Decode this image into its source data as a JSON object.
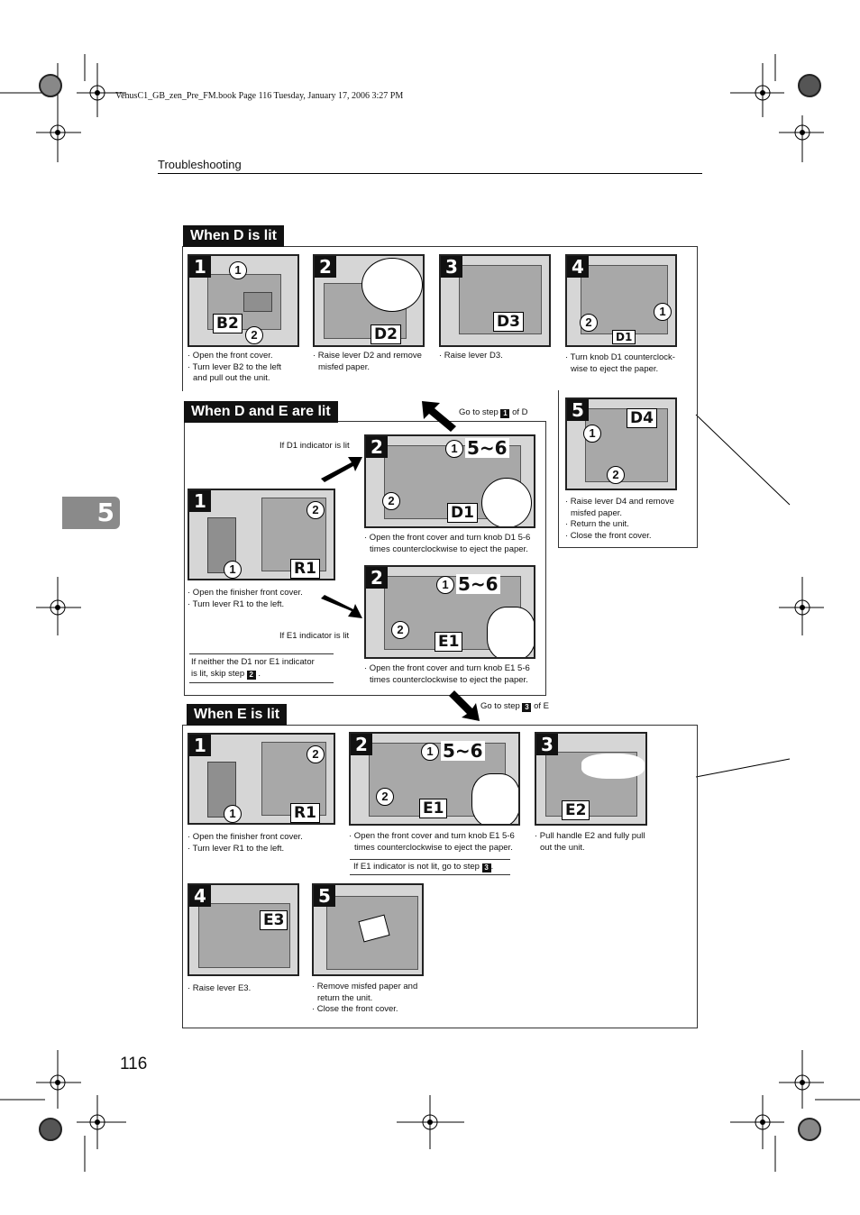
{
  "file_line": "VenusC1_GB_zen_Pre_FM.book  Page 116  Tuesday, January 17, 2006  3:27 PM",
  "running_head": "Troubleshooting",
  "chapter_tab": "5",
  "page_number": "116",
  "sections": {
    "d": {
      "heading": "When D is lit",
      "steps": [
        {
          "num": "1",
          "labels": [
            "B2"
          ],
          "circles": [
            "1",
            "2"
          ],
          "caption": [
            "· Open the front cover.",
            "· Turn lever B2 to the left",
            "  and pull out the unit."
          ]
        },
        {
          "num": "2",
          "labels": [
            "D2"
          ],
          "caption": [
            "· Raise lever D2 and remove",
            "  misfed paper."
          ]
        },
        {
          "num": "3",
          "labels": [
            "D3"
          ],
          "caption": [
            "· Raise lever D3."
          ]
        },
        {
          "num": "4",
          "labels": [
            "D1"
          ],
          "circles": [
            "1",
            "2"
          ],
          "caption": [
            "· Turn knob D1 counterclock-",
            "  wise to eject the paper."
          ]
        },
        {
          "num": "5",
          "labels": [
            "D4"
          ],
          "circles": [
            "1",
            "2"
          ],
          "caption": [
            "· Raise lever D4 and remove",
            "  misfed paper.",
            "· Return the unit.",
            "· Close the front cover."
          ]
        }
      ]
    },
    "de": {
      "heading": "When D and E are lit",
      "goto_top_pre": "Go to step",
      "goto_top_step": "1",
      "goto_top_post": "of D",
      "if_d1": "If D1 indicator is lit",
      "if_e1": "If E1 indicator is lit",
      "neither_note_l1": "If neither the D1 nor E1 indicator",
      "neither_note_l2_pre": "is lit, skip step",
      "neither_note_step": "2",
      "goto_bottom_pre": "Go to step",
      "goto_bottom_step": "3",
      "goto_bottom_post": "of E",
      "steps": [
        {
          "num": "1",
          "labels": [
            "R1"
          ],
          "circles": [
            "1",
            "2"
          ],
          "caption": [
            "· Open the finisher front cover.",
            "· Turn lever R1 to the left."
          ]
        },
        {
          "num": "2",
          "labels": [
            "D1"
          ],
          "circles": [
            "1",
            "2"
          ],
          "rotation": "5~6",
          "caption": [
            "· Open the front cover and turn knob D1 5-6",
            "  times counterclockwise to eject the paper."
          ]
        },
        {
          "num": "2",
          "labels": [
            "E1"
          ],
          "circles": [
            "1",
            "2"
          ],
          "rotation": "5~6",
          "caption": [
            "· Open the front cover and turn knob E1 5-6",
            "  times counterclockwise to eject the paper."
          ]
        }
      ]
    },
    "e": {
      "heading": "When E is lit",
      "not_lit_pre": "If E1 indicator is not lit, go to step",
      "not_lit_step": "3",
      "steps": [
        {
          "num": "1",
          "labels": [
            "R1"
          ],
          "circles": [
            "1",
            "2"
          ],
          "caption": [
            "· Open the finisher front cover.",
            "· Turn lever R1 to the left."
          ]
        },
        {
          "num": "2",
          "labels": [
            "E1"
          ],
          "circles": [
            "1",
            "2"
          ],
          "rotation": "5~6",
          "caption": [
            "· Open the front cover and turn knob E1 5-6",
            "  times counterclockwise to eject the paper."
          ]
        },
        {
          "num": "3",
          "labels": [
            "E2"
          ],
          "caption": [
            "· Pull handle E2 and fully pull",
            "  out the unit."
          ]
        },
        {
          "num": "4",
          "labels": [
            "E3"
          ],
          "caption": [
            "· Raise lever E3."
          ]
        },
        {
          "num": "5",
          "labels": [],
          "caption": [
            "· Remove misfed paper and",
            "  return the unit.",
            "· Close the front cover."
          ]
        }
      ]
    }
  }
}
